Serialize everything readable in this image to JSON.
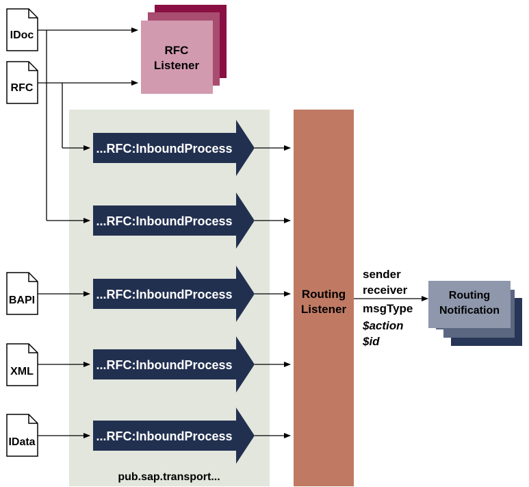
{
  "colors": {
    "transport_bg": "#e2e6dc",
    "routing_listener": "#c07a63",
    "process_arrow": "#223050",
    "rfc_listener_front": "#d29aaf",
    "rfc_listener_mid": "#a84d70",
    "rfc_listener_back": "#8a0f42",
    "notification_front": "#8e97ab",
    "notification_mid": "#5b6681",
    "notification_back": "#273556"
  },
  "sources": [
    {
      "id": "idoc",
      "label": "IDoc",
      "icon": "document-icon"
    },
    {
      "id": "rfc",
      "label": "RFC",
      "icon": "document-icon"
    },
    {
      "id": "bapi",
      "label": "BAPI",
      "icon": "document-icon"
    },
    {
      "id": "xml",
      "label": "XML",
      "icon": "document-icon"
    },
    {
      "id": "idata",
      "label": "IData",
      "icon": "document-icon"
    }
  ],
  "rfc_listener": {
    "line1": "RFC",
    "line2": "Listener"
  },
  "processes": [
    {
      "label": "...RFC:InboundProcess"
    },
    {
      "label": "...RFC:InboundProcess"
    },
    {
      "label": "...RFC:InboundProcess"
    },
    {
      "label": "...RFC:InboundProcess"
    },
    {
      "label": "...RFC:InboundProcess"
    }
  ],
  "transport_label": "pub.sap.transport...",
  "routing_listener": {
    "line1": "Routing",
    "line2": "Listener"
  },
  "params": [
    {
      "text": "sender",
      "italic": false
    },
    {
      "text": "receiver",
      "italic": false
    },
    {
      "text": "msgType",
      "italic": false
    },
    {
      "text": "$action",
      "italic": true
    },
    {
      "text": "$id",
      "italic": true
    }
  ],
  "routing_notification": {
    "line1": "Routing",
    "line2": "Notification"
  }
}
